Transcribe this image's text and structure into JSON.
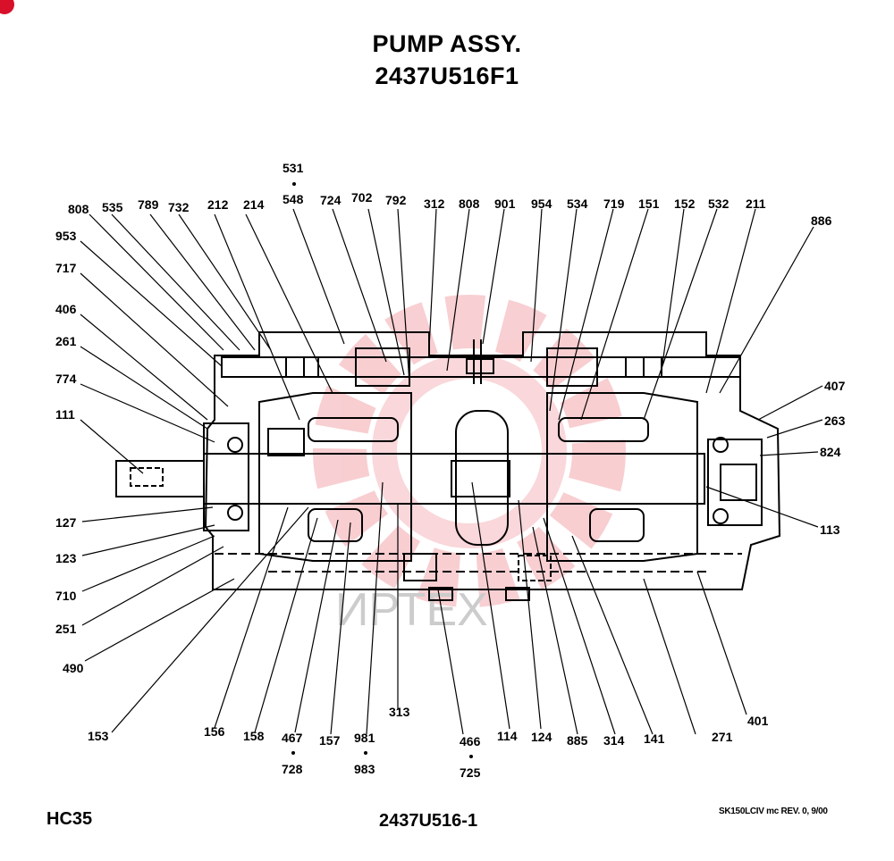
{
  "header": {
    "title": "PUMP ASSY.",
    "subtitle": "2437U516F1"
  },
  "footer": {
    "model": "HC35",
    "drawing_no": "2437U516-1",
    "revision": "SK150LCIV mc REV. 0, 9/00"
  },
  "watermark": {
    "text": "ИРТЕХ"
  },
  "colors": {
    "line": "#000000",
    "watermark": "#f3a7ad"
  },
  "part_labels": {
    "p531": "531",
    "p548": "548",
    "p808a": "808",
    "p535": "535",
    "p789": "789",
    "p732": "732",
    "p212": "212",
    "p214": "214",
    "p724": "724",
    "p702": "702",
    "p792": "792",
    "p312": "312",
    "p808b": "808",
    "p901": "901",
    "p954": "954",
    "p534": "534",
    "p719": "719",
    "p151": "151",
    "p152": "152",
    "p532": "532",
    "p211": "211",
    "p886": "886",
    "p953": "953",
    "p717": "717",
    "p406": "406",
    "p261": "261",
    "p774": "774",
    "p111": "111",
    "p407": "407",
    "p263": "263",
    "p824": "824",
    "p113": "113",
    "p127": "127",
    "p123": "123",
    "p710": "710",
    "p251": "251",
    "p490": "490",
    "p153": "153",
    "p156": "156",
    "p158": "158",
    "p467": "467",
    "p728": "728",
    "p157": "157",
    "p981": "981",
    "p983": "983",
    "p313": "313",
    "p466": "466",
    "p725": "725",
    "p114": "114",
    "p124": "124",
    "p885": "885",
    "p314": "314",
    "p141": "141",
    "p271": "271",
    "p401": "401"
  }
}
